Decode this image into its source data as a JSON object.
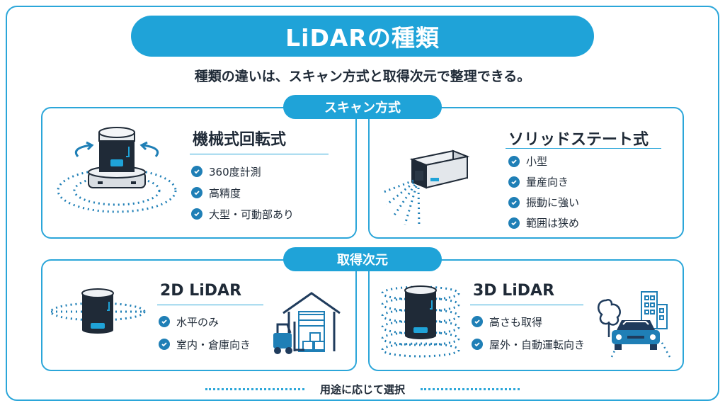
{
  "title": "LiDARの種類",
  "subtitle": "種類の違いは、スキャン方式と取得次元で整理できる。",
  "sections": {
    "scan": {
      "label": "スキャン方式",
      "mechanical": {
        "title": "機械式回転式",
        "features": [
          "360度計測",
          "高精度",
          "大型・可動部あり"
        ]
      },
      "solid": {
        "title": "ソリッドステート式",
        "features": [
          "小型",
          "量産向き",
          "振動に強い",
          "範囲は狭め"
        ]
      }
    },
    "dimension": {
      "label": "取得次元",
      "lidar2d": {
        "title": "2D LiDAR",
        "features": [
          "水平のみ",
          "室内・倉庫向き"
        ]
      },
      "lidar3d": {
        "title": "3D LiDAR",
        "features": [
          "高さも取得",
          "屋外・自動運転向き"
        ]
      }
    }
  },
  "footer": "用途に応じて選択",
  "colors": {
    "accent": "#1fa3d8",
    "dark": "#1f2a37",
    "navy": "#1f3b5c"
  }
}
